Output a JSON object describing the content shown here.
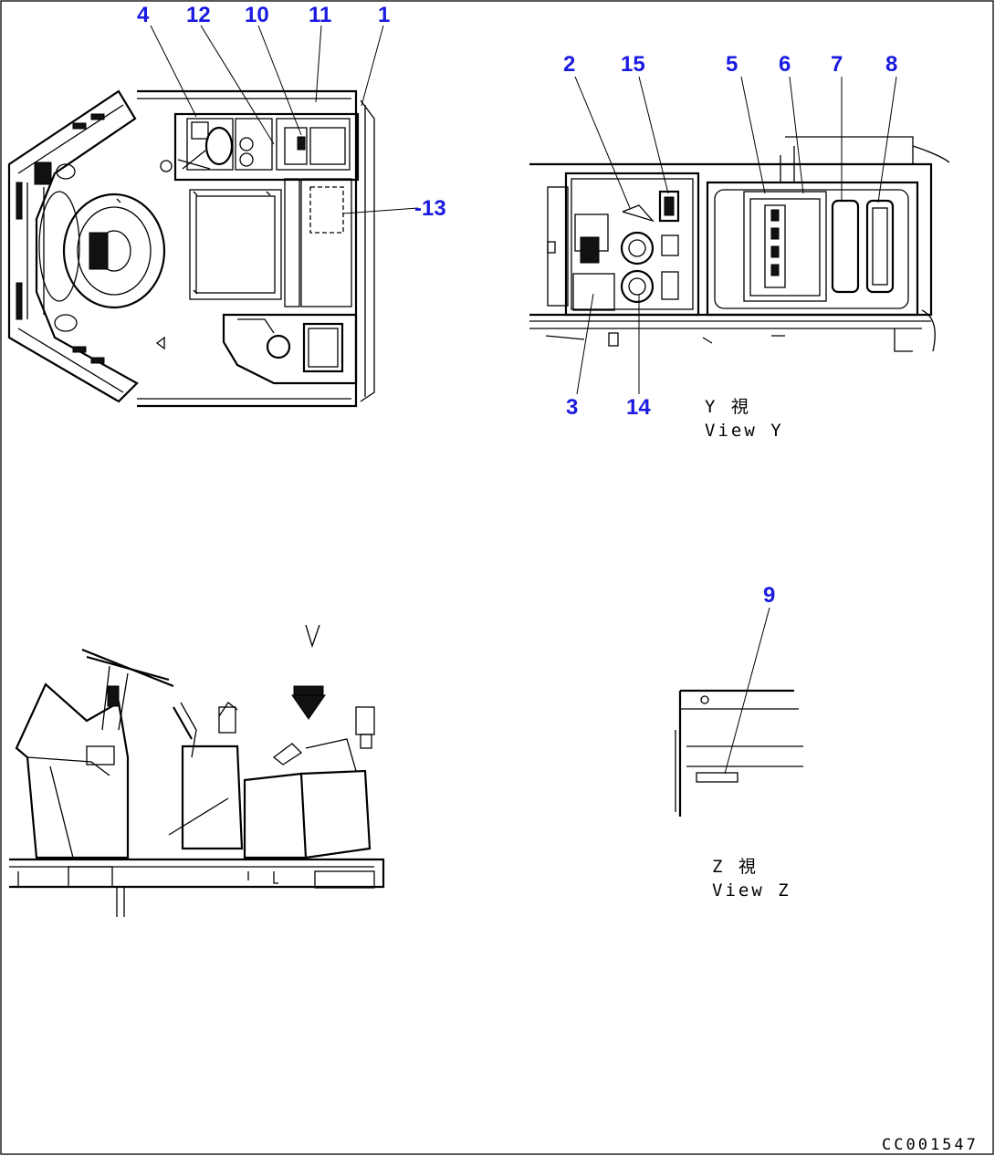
{
  "drawing": {
    "callouts": {
      "c1": "1",
      "c2": "2",
      "c3": "3",
      "c4": "4",
      "c5": "5",
      "c6": "6",
      "c7": "7",
      "c8": "8",
      "c9": "9",
      "c10": "10",
      "c11": "11",
      "c12": "12",
      "c13": "-13",
      "c14": "14",
      "c15": "15"
    },
    "view_y": {
      "line1": "Y  視",
      "line2": "View Y"
    },
    "view_z": {
      "line1": "Z  視",
      "line2": "View Z"
    },
    "view_arrow_label": "V",
    "drawing_number": "CC001547"
  },
  "colors": {
    "callout": "#1a1ae0",
    "line": "#000000",
    "background": "#ffffff"
  }
}
